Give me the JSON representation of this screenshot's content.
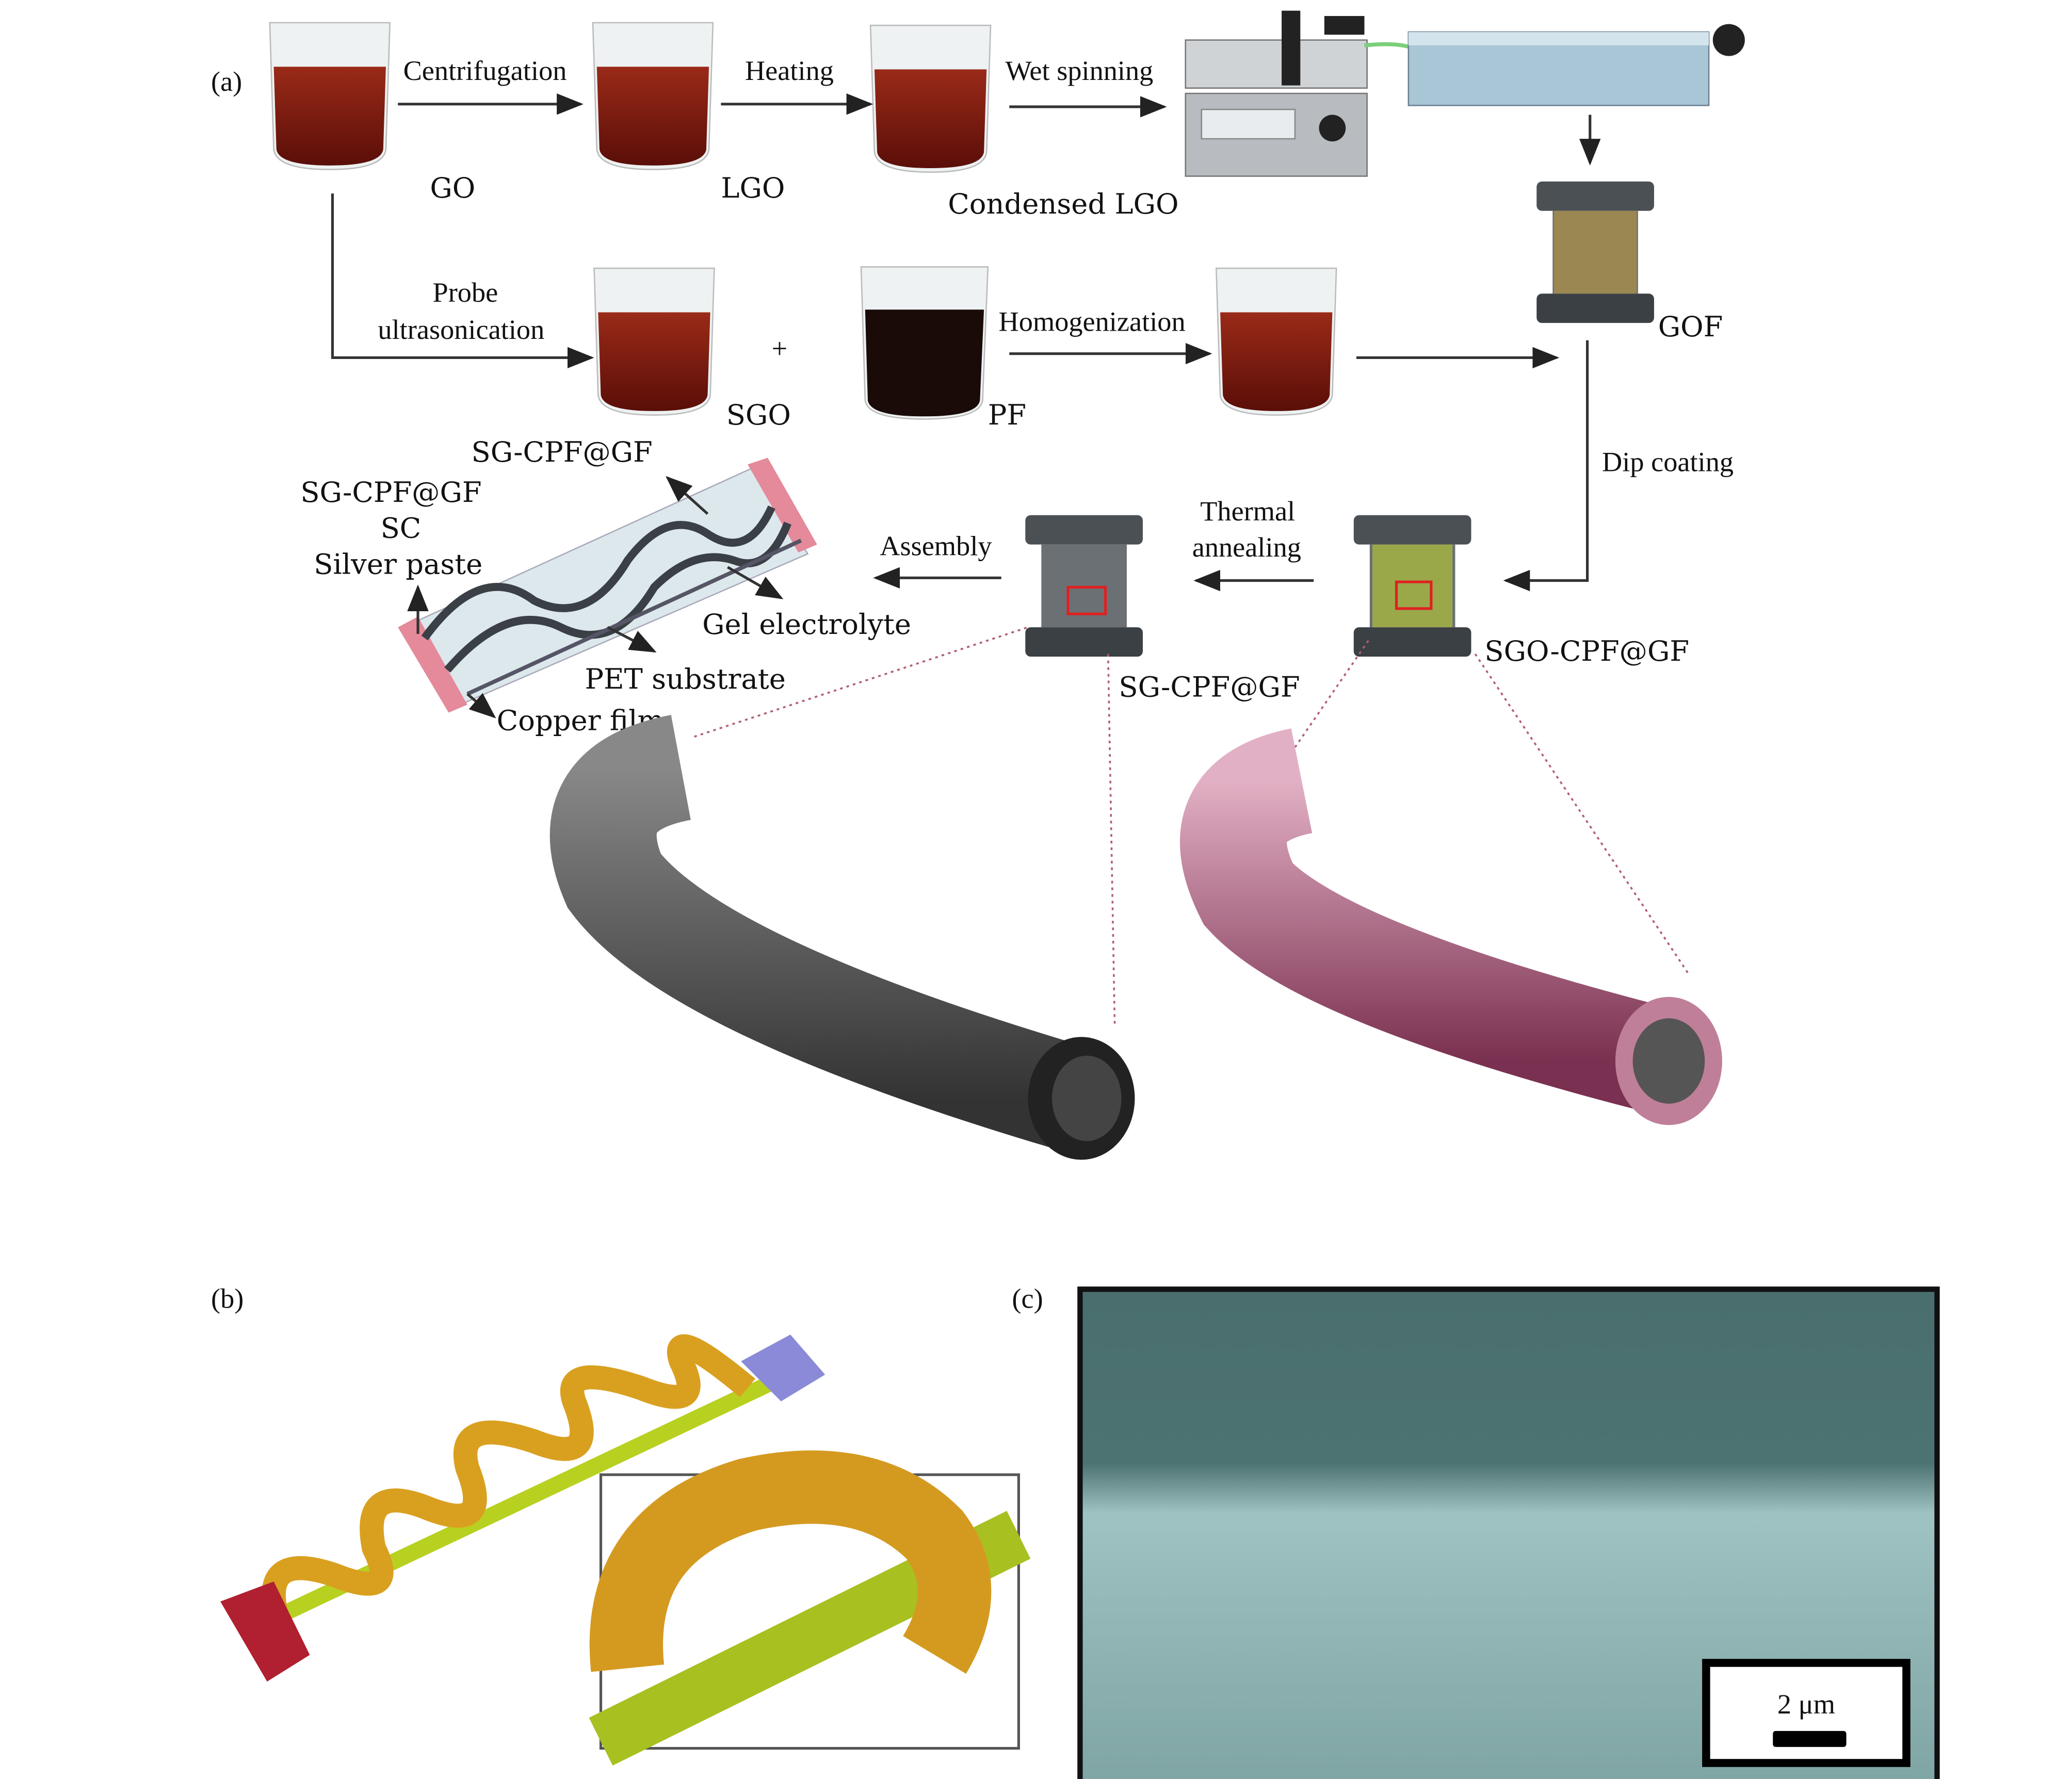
{
  "panels": {
    "a": "(a)",
    "b": "(b)",
    "c": "(c)"
  },
  "steps": {
    "centrifugation": "Centrifugation",
    "heating": "Heating",
    "wet_spinning": "Wet spinning",
    "probe": "Probe",
    "ultrasonication": "ultrasonication",
    "plus": "+",
    "homogenization": "Homogenization",
    "dip_coating": "Dip coating",
    "thermal": "Thermal",
    "annealing": "annealing",
    "assembly": "Assembly"
  },
  "materials": {
    "go": "GO",
    "lgo": "LGO",
    "condensed_lgo": "Condensed LGO",
    "gof": "GOF",
    "sgo": "SGO",
    "pf": "PF",
    "sgo_cpf_gf": "SGO-CPF@GF",
    "sg_cpf_gf": "SG-CPF@GF"
  },
  "device": {
    "top_label": "SG-CPF@GF",
    "sc_line1": "SG-CPF@GF",
    "sc_line2": "SC",
    "silver_paste": "Silver paste",
    "gel_electrolyte": "Gel electrolyte",
    "pet_substrate": "PET substrate",
    "copper_film": "Copper film"
  },
  "scale_bar": "2 μm",
  "colors": {
    "go_liquid": "#7a1a10",
    "pf_liquid": "#1a0a08",
    "coating": "#c98aa0",
    "helix": "#d9a020",
    "core": "#b8d020"
  }
}
